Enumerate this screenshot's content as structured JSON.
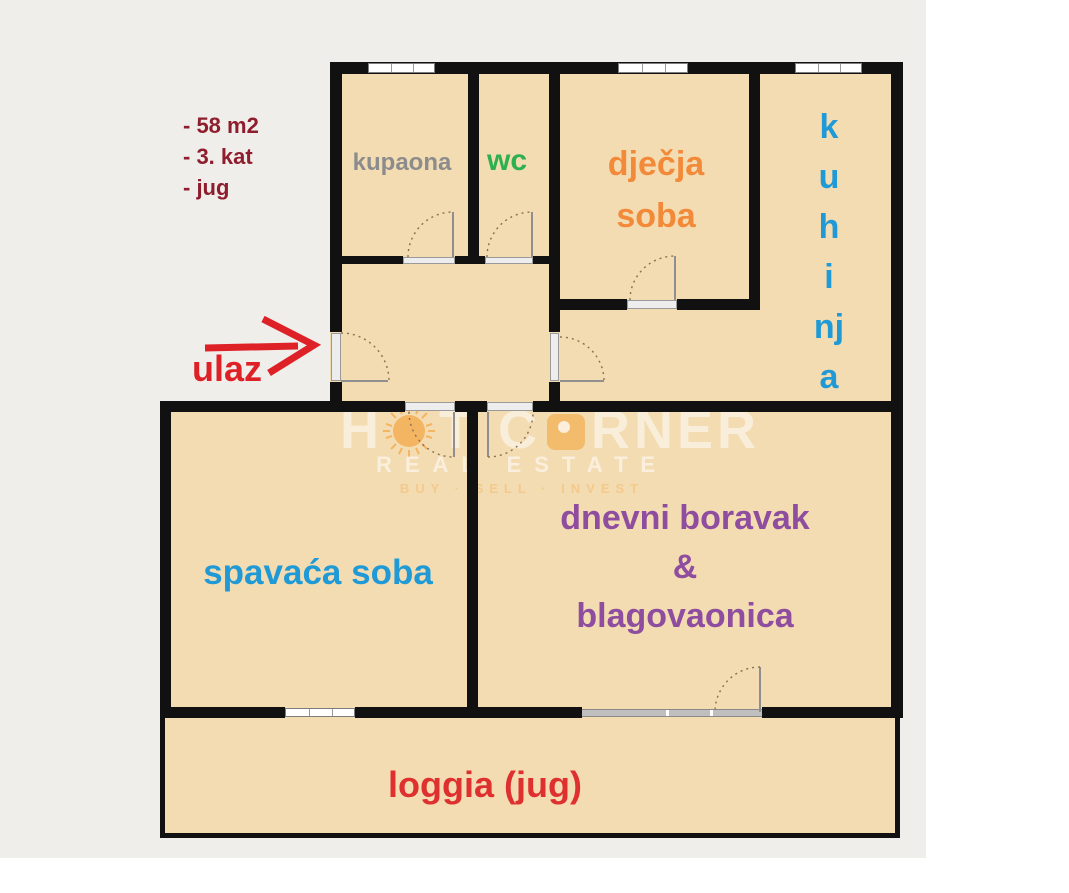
{
  "info": {
    "lines": [
      "- 58 m2",
      "- 3. kat",
      "- jug"
    ],
    "color": "#8e1e2d"
  },
  "entrance": {
    "label": "ulaz",
    "color": "#dd2127",
    "arrow_icon": "right-arrow"
  },
  "rooms": {
    "bathroom": {
      "label": "kupaona",
      "color": "#8c8c8c"
    },
    "wc": {
      "label": "wc",
      "color": "#2eb04e"
    },
    "kids_room": {
      "line1": "dječja",
      "line2": "soba",
      "color": "#f28a3a"
    },
    "kitchen": {
      "label": "kuhinja",
      "letters": [
        "k",
        "u",
        "h",
        "i",
        "nj",
        "a"
      ],
      "color": "#1f9ad6"
    },
    "bedroom": {
      "label": "spavaća soba",
      "color": "#1f9ad6"
    },
    "living_dining": {
      "line1": "dnevni boravak",
      "line2": "&",
      "line3": "blagovaonica",
      "color": "#8f4d9f"
    },
    "loggia": {
      "label": "loggia (jug)",
      "color": "#df3030"
    }
  },
  "watermark": {
    "brand_part1": "H",
    "brand_part2": "T",
    "brand_part3": "C",
    "brand_part4": "RNER",
    "sun_icon": "sun-icon",
    "logo_icon": "corner-logo-icon",
    "line2": "REAL ESTATE",
    "line3": "BUY · SELL · INVEST",
    "accent_color": "#f3a53f"
  },
  "plan": {
    "floor_fill": "#f3dcb2",
    "wall_color": "#111111",
    "background": "#f0eeea"
  }
}
